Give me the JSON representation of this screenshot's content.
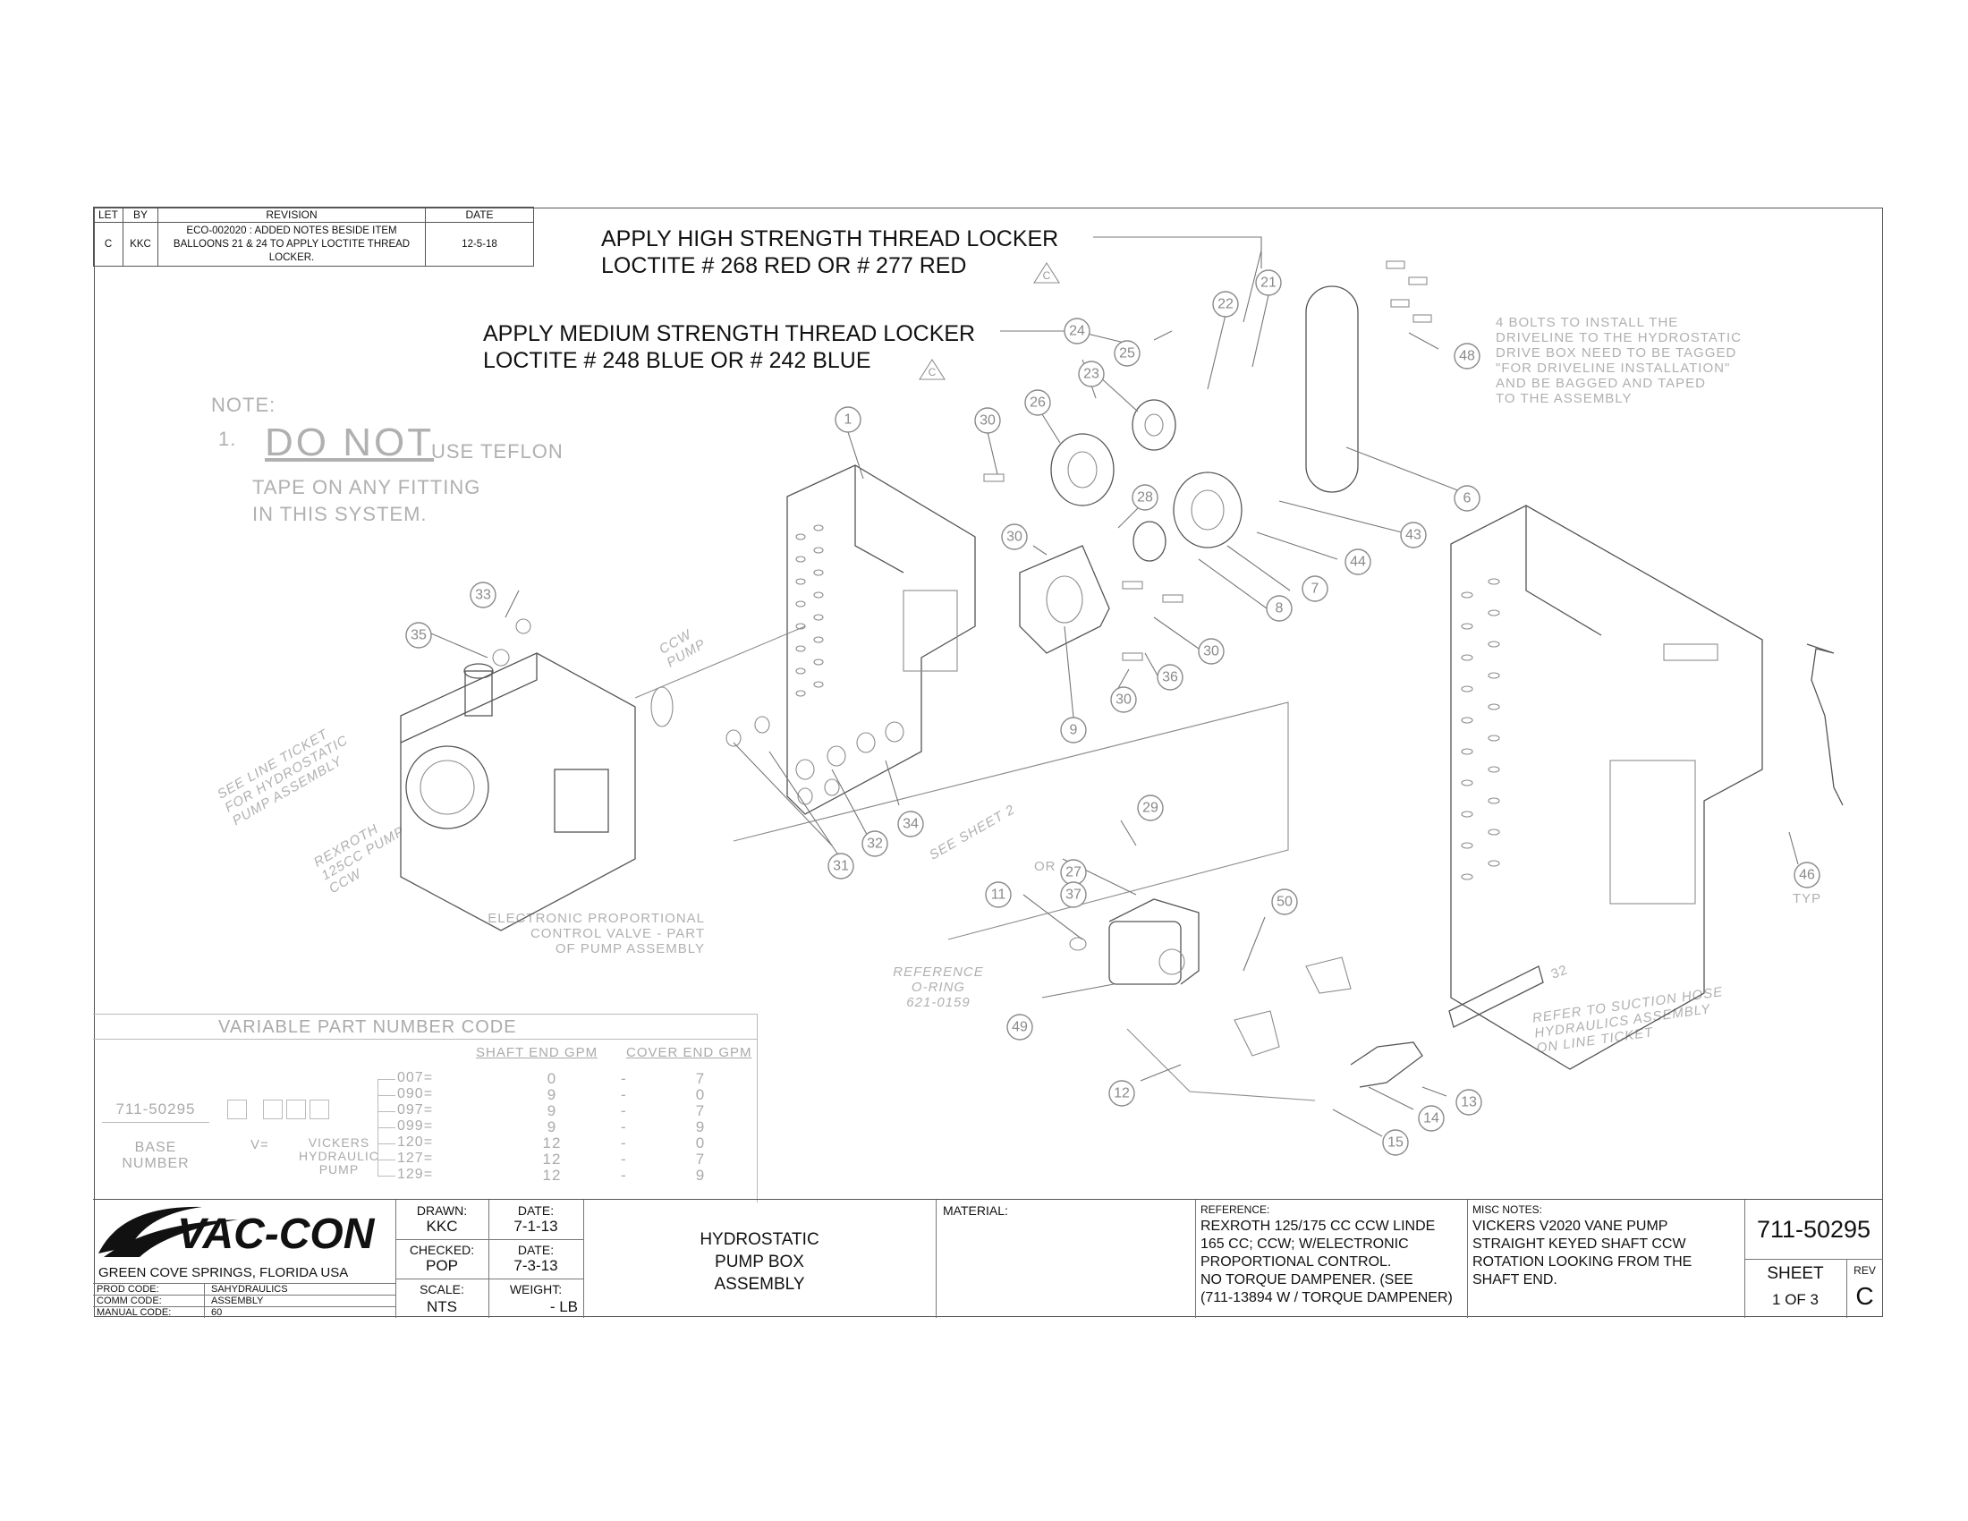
{
  "revision_table": {
    "headers": [
      "LET",
      "BY",
      "REVISION",
      "DATE"
    ],
    "rows": [
      {
        "let": "C",
        "by": "KKC",
        "revision_lines": [
          "ECO-002020 :  ADDED NOTES BESIDE ITEM",
          "BALLOONS 21 & 24 TO APPLY LOCTITE THREAD",
          "LOCKER."
        ],
        "date": "12-5-18"
      }
    ]
  },
  "notes_high": {
    "line1": "APPLY HIGH STRENGTH THREAD LOCKER",
    "line2": "LOCTITE  # 268 RED  OR  # 277  RED",
    "flag": "C"
  },
  "notes_medium": {
    "line1": "APPLY MEDIUM STRENGTH THREAD LOCKER",
    "line2": "LOCTITE  # 248 BLUE  OR  # 242 BLUE",
    "flag": "C"
  },
  "general_note": {
    "title": "NOTE:",
    "num": "1.",
    "emph": "DO  NOT",
    "rest1": "USE  TEFLON",
    "rest2": "TAPE  ON  ANY  FITTING",
    "rest3": "IN  THIS  SYSTEM."
  },
  "callouts": {
    "bolts_note": [
      "4  BOLTS  TO  INSTALL  THE",
      "DRIVELINE  TO  THE  HYDROSTATIC",
      "DRIVE  BOX  NEED  TO  BE  TAGGED",
      "\"FOR  DRIVELINE  INSTALLATION\"",
      "AND  BE  BAGGED  AND  TAPED",
      "TO  THE  ASSEMBLY"
    ],
    "ccw_pump": [
      "CCW",
      "PUMP"
    ],
    "line_ticket": [
      "SEE  LINE  TICKET",
      "FOR  HYDROSTATIC",
      "PUMP  ASSEMBLY"
    ],
    "rexroth": [
      "REXROTH",
      "125CC  PUMP",
      "CCW"
    ],
    "ep_valve": [
      "ELECTRONIC  PROPORTIONAL",
      "CONTROL  VALVE  -  PART",
      "OF  PUMP  ASSEMBLY"
    ],
    "see_sheet": "SEE  SHEET  2",
    "or": "OR",
    "oring": [
      "REFERENCE",
      "O-RING",
      "621-0159"
    ],
    "suction": [
      "REFER  TO  SUCTION  HOSE",
      "HYDRAULICS  ASSEMBLY",
      "ON  LINE  TICKET"
    ],
    "typ": "TYP",
    "dim32": "32"
  },
  "balloons": [
    "1",
    "6",
    "7",
    "8",
    "9",
    "11",
    "12",
    "13",
    "14",
    "15",
    "21",
    "22",
    "23",
    "24",
    "25",
    "26",
    "27",
    "28",
    "29",
    "30",
    "30",
    "30",
    "30",
    "31",
    "32",
    "33",
    "34",
    "35",
    "36",
    "37",
    "43",
    "44",
    "46",
    "48",
    "49",
    "50"
  ],
  "variable_part_code": {
    "title": "VARIABLE  PART  NUMBER  CODE",
    "col_shaft": "SHAFT  END  GPM",
    "col_cover": "COVER  END  GPM",
    "base_number": "711-50295",
    "base_label": [
      "BASE",
      "NUMBER"
    ],
    "v_label": "V=",
    "vickers": [
      "VICKERS",
      "HYDRAULIC",
      "PUMP"
    ],
    "rows": [
      {
        "code": "007=",
        "shaft": "0",
        "dash": "-",
        "cover": "7"
      },
      {
        "code": "090=",
        "shaft": "9",
        "dash": "-",
        "cover": "0"
      },
      {
        "code": "097=",
        "shaft": "9",
        "dash": "-",
        "cover": "7"
      },
      {
        "code": "099=",
        "shaft": "9",
        "dash": "-",
        "cover": "9"
      },
      {
        "code": "120=",
        "shaft": "12",
        "dash": "-",
        "cover": "0"
      },
      {
        "code": "127=",
        "shaft": "12",
        "dash": "-",
        "cover": "7"
      },
      {
        "code": "129=",
        "shaft": "12",
        "dash": "-",
        "cover": "9"
      }
    ]
  },
  "title_block": {
    "company_logo": "VAC-CON",
    "location": "GREEN COVE SPRINGS, FLORIDA USA",
    "prod_code_label": "PROD CODE:",
    "prod_code": "SAHYDRAULICS",
    "comm_code_label": "COMM CODE:",
    "comm_code": "ASSEMBLY",
    "manual_code_label": "MANUAL CODE:",
    "manual_code": "60",
    "drawn_label": "DRAWN:",
    "drawn": "KKC",
    "drawn_date_label": "DATE:",
    "drawn_date": "7-1-13",
    "checked_label": "CHECKED:",
    "checked": "POP",
    "checked_date_label": "DATE:",
    "checked_date": "7-3-13",
    "scale_label": "SCALE:",
    "scale": "NTS",
    "weight_label": "WEIGHT:",
    "weight": "- LB",
    "title": [
      "HYDROSTATIC",
      "PUMP  BOX",
      "ASSEMBLY"
    ],
    "material_label": "MATERIAL:",
    "reference_label": "REFERENCE:",
    "reference": [
      "REXROTH  125/175 CC    CCW LINDE",
      "165 CC;   CCW; W/ELECTRONIC",
      "PROPORTIONAL CONTROL.",
      "NO  TORQUE  DAMPENER.   (SEE",
      "(711-13894  W / TORQUE DAMPENER)"
    ],
    "misc_label": "MISC NOTES:",
    "misc": [
      "VICKERS  V2020  VANE  PUMP",
      "STRAIGHT  KEYED  SHAFT CCW",
      "ROTATION  LOOKING  FROM THE",
      "SHAFT  END."
    ],
    "part_number": "711-50295",
    "sheet_label": "SHEET",
    "sheet": "1 OF 3",
    "rev_label": "REV",
    "rev": "C"
  }
}
